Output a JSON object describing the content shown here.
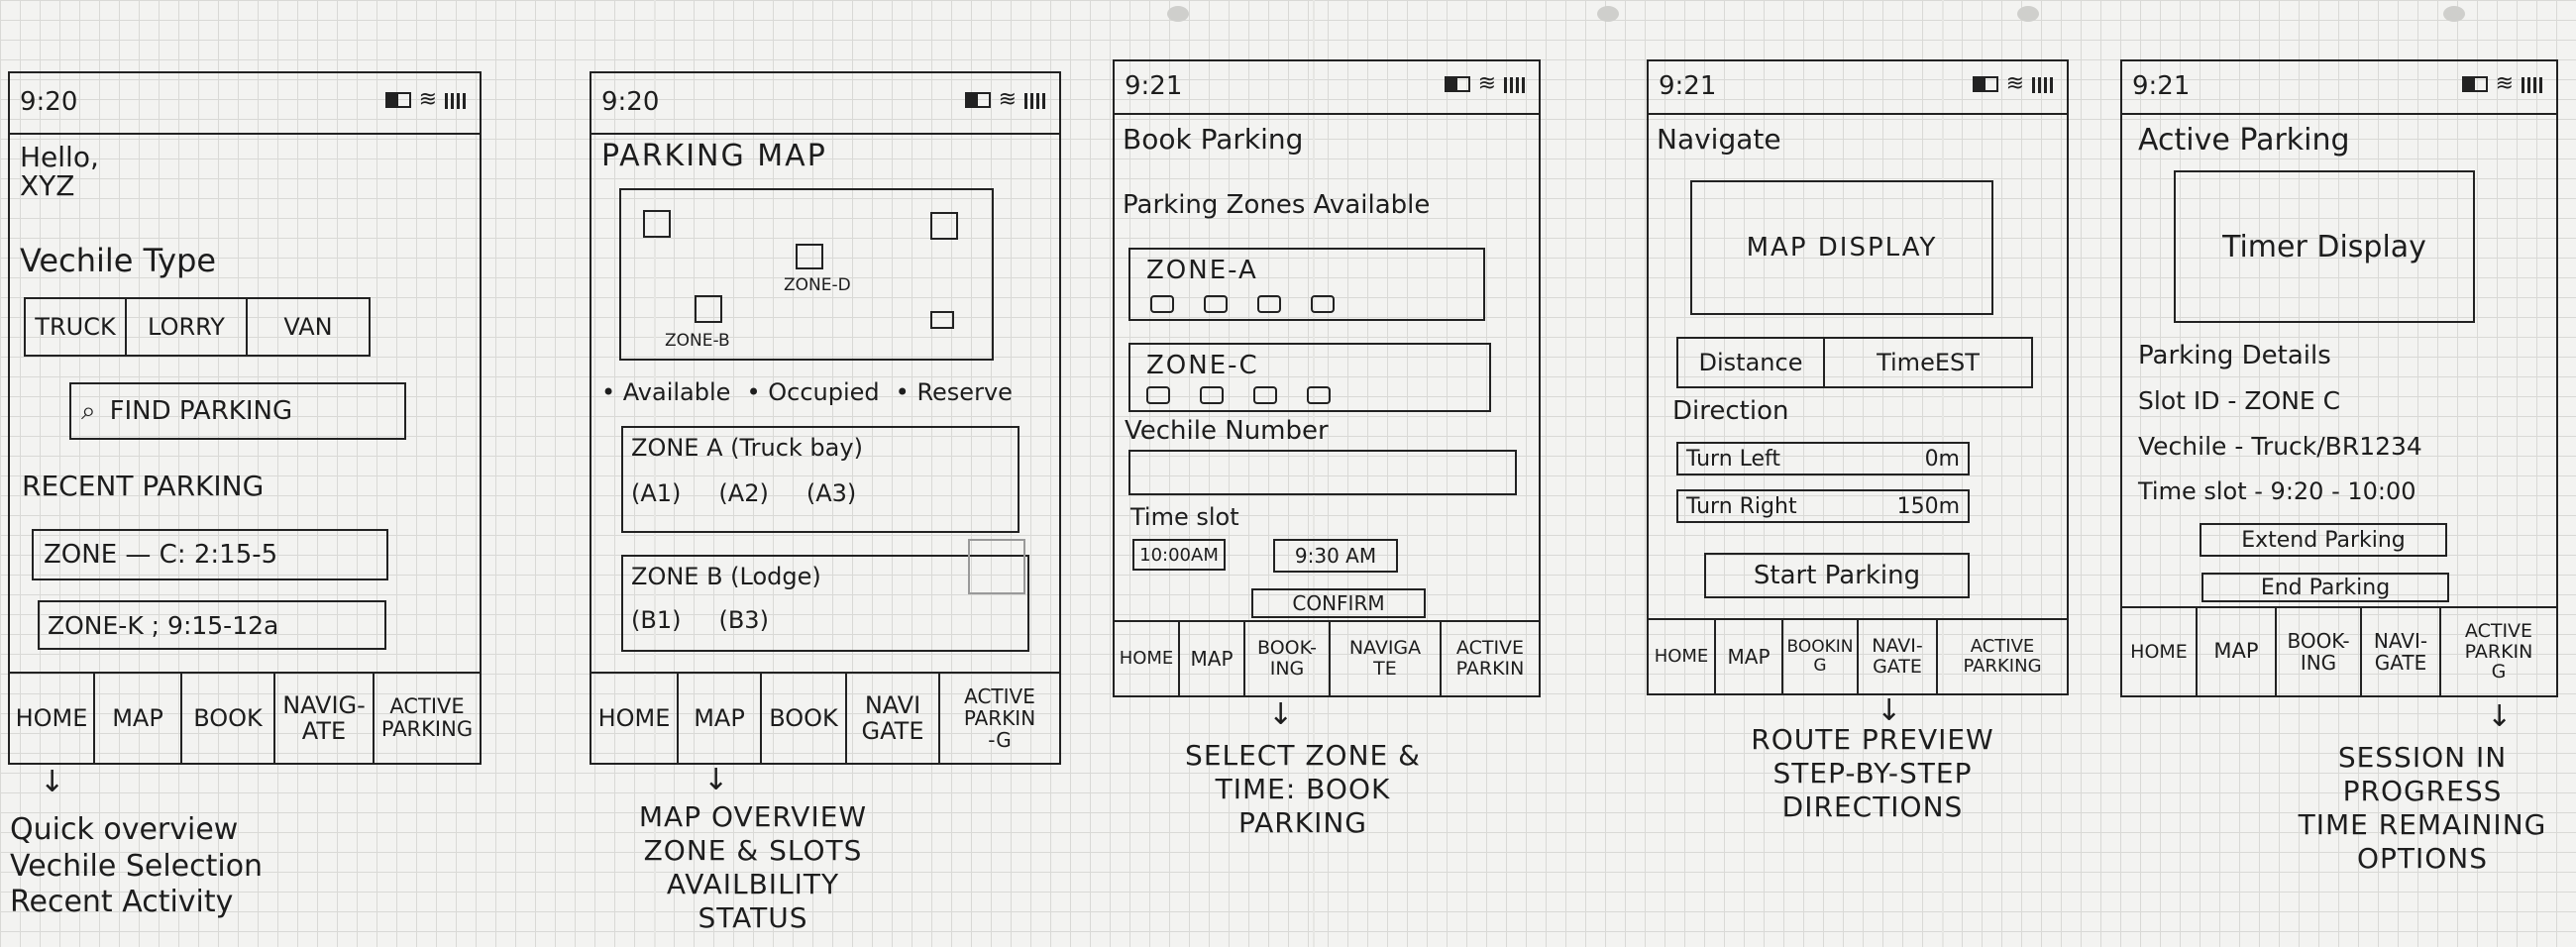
{
  "screens": {
    "home": {
      "time": "9:20",
      "greeting": "Hello,\nXYZ",
      "vehicle_type_label": "Vechile Type",
      "vehicle_options": [
        "TRUCK",
        "LORRY",
        "VAN"
      ],
      "find_parking_label": "FIND PARKING",
      "recent_label": "RECENT PARKING",
      "recent_items": [
        "ZONE — C:  2:15-5",
        "ZONE-K ;  9:15-12a"
      ],
      "nav": [
        "HOME",
        "MAP",
        "BOOK",
        "NAVIG-\nATE",
        "ACTIVE\nPARKING"
      ],
      "caption": "Quick overview\nVechile Selection\nRecent Activity"
    },
    "map": {
      "time": "9:20",
      "title": "PARKING MAP",
      "zone_d": "ZONE-D",
      "zone_b": "ZONE-B",
      "legend": [
        "Available",
        "Occupied",
        "Reserve"
      ],
      "zone_a_title": "ZONE A (Truck bay)",
      "zone_a_slots": [
        "(A1)",
        "(A2)",
        "(A3)"
      ],
      "zone_b_title": "ZONE B (Lodge)",
      "zone_b_slots": [
        "(B1)",
        "(B3)"
      ],
      "nav": [
        "HOME",
        "MAP",
        "BOOK",
        "NAVI\nGATE",
        "ACTIVE\nPARKIN\n-G"
      ],
      "caption": "MAP OVERVIEW\nZONE & SLOTS\nAVAILBILITY\nSTATUS"
    },
    "book": {
      "time": "9:21",
      "title": "Book Parking",
      "zones_label": "Parking Zones Available",
      "zone_a": "ZONE-A",
      "zone_c": "ZONE-C",
      "vehicle_number_label": "Vechile Number",
      "time_slot_label": "Time slot",
      "time_from": "10:00AM",
      "time_to": "9:30 AM",
      "confirm_label": "CONFIRM",
      "nav": [
        "HOME",
        "MAP",
        "BOOK-\nING",
        "NAVIGA\nTE",
        "ACTIVE\nPARKIN"
      ],
      "caption": "SELECT ZONE &\nTIME: BOOK\nPARKING"
    },
    "navigate": {
      "time": "9:21",
      "title": "Navigate",
      "map_display": "MAP DISPLAY",
      "distance_label": "Distance",
      "time_est_label": "TimeEST",
      "direction_label": "Direction",
      "steps": [
        {
          "text": "Turn Left",
          "dist": "0m"
        },
        {
          "text": "Turn Right",
          "dist": "150m"
        }
      ],
      "start_label": "Start Parking",
      "nav": [
        "HOME",
        "MAP",
        "BOOKIN\nG",
        "NAVI-\nGATE",
        "ACTIVE\nPARKING"
      ],
      "caption": "ROUTE PREVIEW\nSTEP-BY-STEP\nDIRECTIONS"
    },
    "active": {
      "time": "9:21",
      "title": "Active Parking",
      "timer_display": "Timer Display",
      "details_label": "Parking Details",
      "slot_id": "Slot ID - ZONE C",
      "vehicle": "Vechile - Truck/BR1234",
      "time_slot": "Time slot - 9:20 - 10:00",
      "extend_label": "Extend Parking",
      "end_label": "End Parking",
      "nav": [
        "HOME",
        "MAP",
        "BOOK-\nING",
        "NAVI-\nGATE",
        "ACTIVE\nPARKIN\nG"
      ],
      "caption": "SESSION IN\nPROGRESS\nTIME REMAINING\nOPTIONS"
    }
  }
}
